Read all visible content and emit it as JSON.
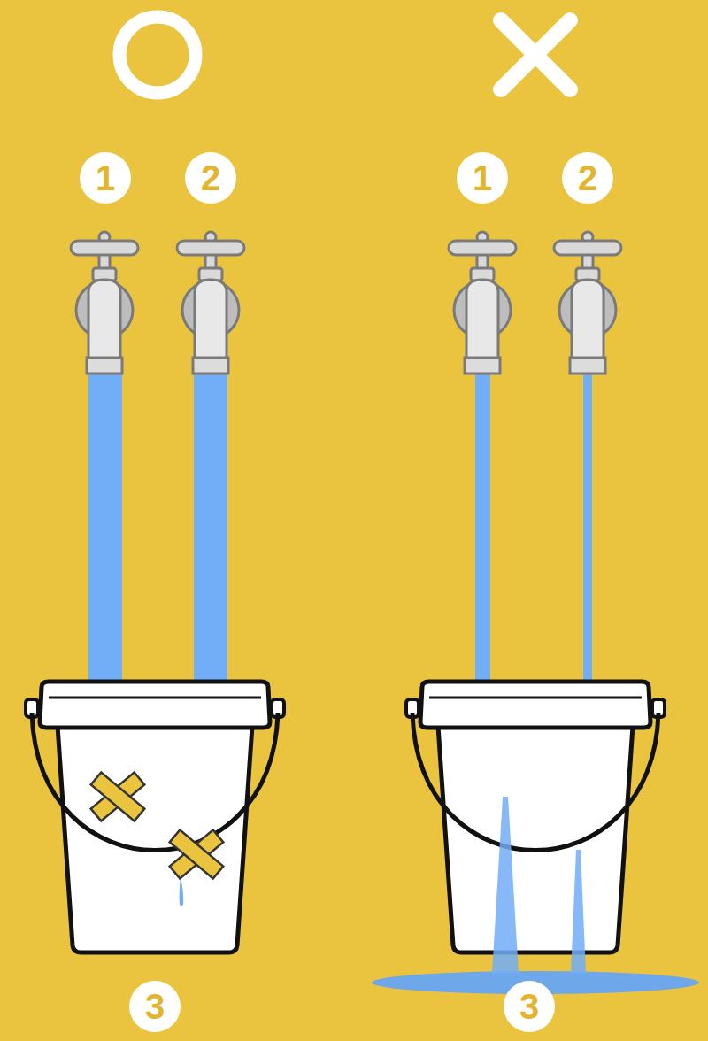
{
  "diagram": {
    "nodes": [
      {
        "text": [
          "1"
        ]
      },
      {
        "text": [
          "2"
        ]
      },
      {
        "text": [
          "1"
        ]
      },
      {
        "text": [
          "2"
        ]
      },
      {
        "text": [
          "3"
        ]
      },
      {
        "text": [
          "3"
        ]
      }
    ]
  }
}
